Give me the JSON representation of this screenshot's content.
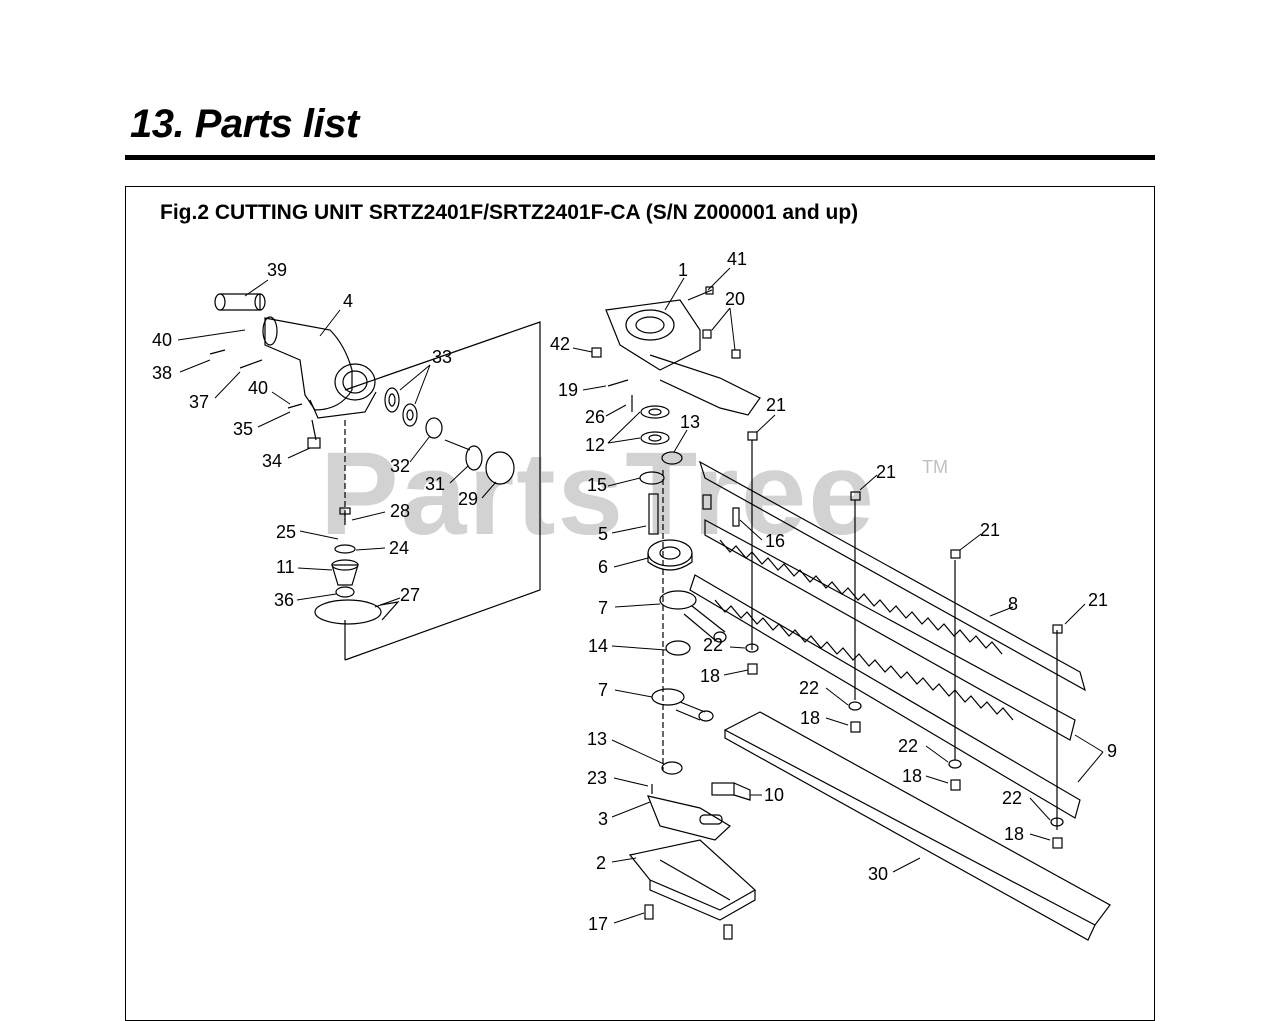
{
  "page": {
    "title": "13. Parts list"
  },
  "figure": {
    "caption": "Fig.2 CUTTING UNIT  SRTZ2401F/SRTZ2401F-CA (S/N Z000001 and up)"
  },
  "watermark": {
    "text": "PartsTree",
    "mark": "TM"
  },
  "callouts": [
    "39",
    "4",
    "40",
    "38",
    "37",
    "40",
    "35",
    "34",
    "33",
    "32",
    "31",
    "29",
    "28",
    "25",
    "24",
    "11",
    "36",
    "27",
    "1",
    "41",
    "20",
    "42",
    "19",
    "26",
    "12",
    "13",
    "15",
    "5",
    "6",
    "7",
    "14",
    "7",
    "21",
    "21",
    "21",
    "16",
    "8",
    "21",
    "22",
    "18",
    "22",
    "18",
    "22",
    "18",
    "22",
    "18",
    "9",
    "13",
    "23",
    "10",
    "3",
    "2",
    "17",
    "30"
  ]
}
